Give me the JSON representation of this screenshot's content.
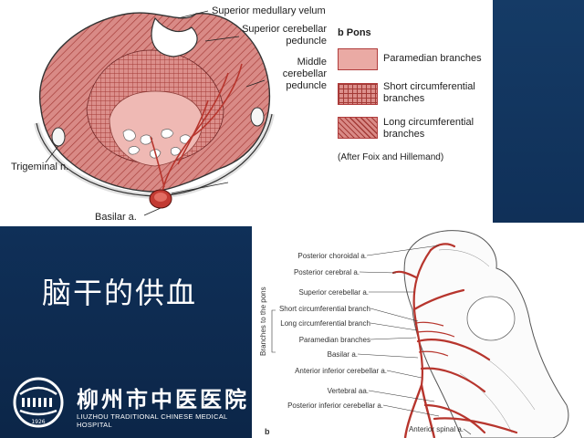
{
  "slide_title": "脑干的供血",
  "colors": {
    "background": "#123562",
    "paramedian": "#e8aaa5",
    "circumferential": "#c85e5e",
    "artery": "#b7352d"
  },
  "top_diagram": {
    "labels": {
      "superior_medullary_velum": "Superior medullary velum",
      "superior_cerebellar_peduncle": "Superior cerebellar\npeduncle",
      "middle_cerebellar_peduncle": "Middle\ncerebellar\npeduncle",
      "trigeminal": "Trigeminal n.",
      "basilar": "Basilar a."
    },
    "legend": {
      "title": "b Pons",
      "items": [
        {
          "name": "paramedian",
          "label": "Paramedian branches"
        },
        {
          "name": "short",
          "label": "Short circumferential\nbranches"
        },
        {
          "name": "long",
          "label": "Long circumferential\nbranches"
        }
      ],
      "credit": "(After Foix and Hillemand)"
    }
  },
  "bottom_diagram": {
    "panel_letter": "b",
    "vertical_label": "Branches to the pons",
    "labels": [
      "Posterior choroidal a.",
      "Posterior cerebral a.",
      "Superior cerebellar a.",
      "Short circumferential branch",
      "Long circumferential branch",
      "Paramedian branches",
      "Basilar a.",
      "Anterior inferior cerebellar a.",
      "Vertebral aa.",
      "Posterior inferior cerebellar a.",
      "Anterior spinal a."
    ]
  },
  "logo": {
    "name_cn": "柳州市中医医院",
    "name_en": "LIUZHOU TRADITIONAL CHINESE MEDICAL HOSPITAL",
    "badge_text": "1926"
  }
}
